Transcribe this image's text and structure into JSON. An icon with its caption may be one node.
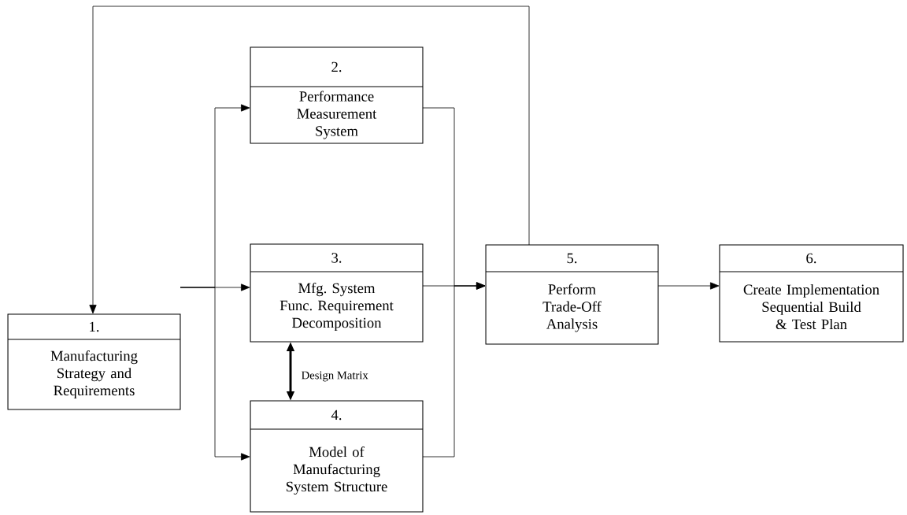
{
  "diagram": {
    "nodes": [
      {
        "text": [
          "1.",
          "Manufacturing Strategy and Requirements"
        ]
      },
      {
        "text": [
          "2.",
          "Performance Measurement System"
        ]
      },
      {
        "text": [
          "3.",
          "Mfg. System Func. Requirement Decomposition"
        ]
      },
      {
        "text": [
          "4.",
          "Model of Manufacturing System Structure"
        ]
      },
      {
        "text": [
          "5.",
          "Perform Trade-Off Analysis"
        ]
      },
      {
        "text": [
          "6.",
          "Create Implementation Sequential Build & Test Plan"
        ]
      }
    ],
    "edges": [
      {
        "from": 0,
        "to": 1,
        "arrow": "to"
      },
      {
        "from": 0,
        "to": 2,
        "arrow": "to"
      },
      {
        "from": 0,
        "to": 3,
        "arrow": "to"
      },
      {
        "from": 1,
        "to": 4,
        "arrow": "to"
      },
      {
        "from": 2,
        "to": 4,
        "arrow": "to"
      },
      {
        "from": 3,
        "to": 4,
        "arrow": "to"
      },
      {
        "from": 4,
        "to": 0,
        "arrow": "to"
      },
      {
        "from": 4,
        "to": 5,
        "arrow": "to"
      },
      {
        "from": 2,
        "to": 3,
        "arrow": "both",
        "label": "Design Matrix",
        "style": "thick"
      }
    ]
  }
}
